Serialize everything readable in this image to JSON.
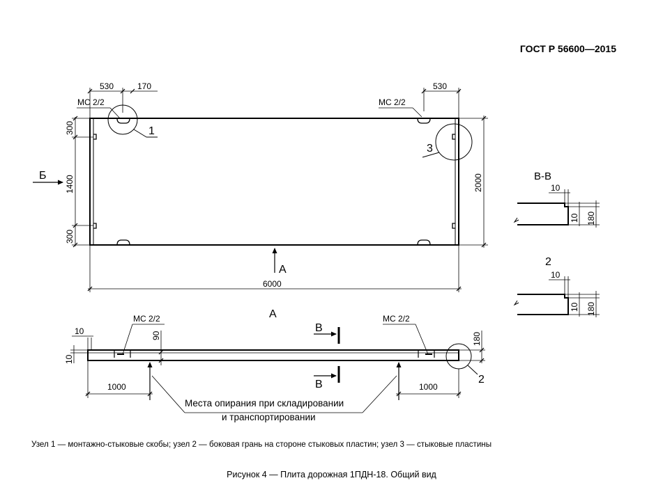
{
  "standard": "ГОСТ Р 56600—2015",
  "plan": {
    "dim_530_left": "530",
    "dim_170": "170",
    "dim_530_right": "530",
    "mc_left": "МС 2/2",
    "mc_right": "МС 2/2",
    "node_1": "1",
    "node_3": "3",
    "dim_300_top": "300",
    "dim_1400": "1400",
    "dim_300_bottom": "300",
    "dim_2000": "2000",
    "dim_6000": "6000",
    "view_b": "Б",
    "view_a": "А"
  },
  "elevation": {
    "title": "А",
    "dim_10_top": "10",
    "dim_10_left": "10",
    "dim_90": "90",
    "dim_180": "180",
    "dim_1000_left": "1000",
    "dim_1000_right": "1000",
    "mc_left": "МС 2/2",
    "mc_right": "МС 2/2",
    "section_top": "В",
    "section_bottom": "В",
    "node_2": "2",
    "support_note_line1": "Места опирания при складировании",
    "support_note_line2": "и транспортировании"
  },
  "section_vv": {
    "title": "В-В",
    "dim_10_top": "10",
    "dim_10_side": "10",
    "dim_180": "180"
  },
  "detail_2": {
    "title": "2",
    "dim_10_top": "10",
    "dim_10_side": "10",
    "dim_180": "180"
  },
  "legend": "Узел  1 — монтажно-стыковые скобы; узел 2 — боковая грань на стороне стыковых пластин; узел 3 — стыковые пластины",
  "caption": "Рисунок 4 — Плита дорожная 1ПДН-18. Общий вид"
}
